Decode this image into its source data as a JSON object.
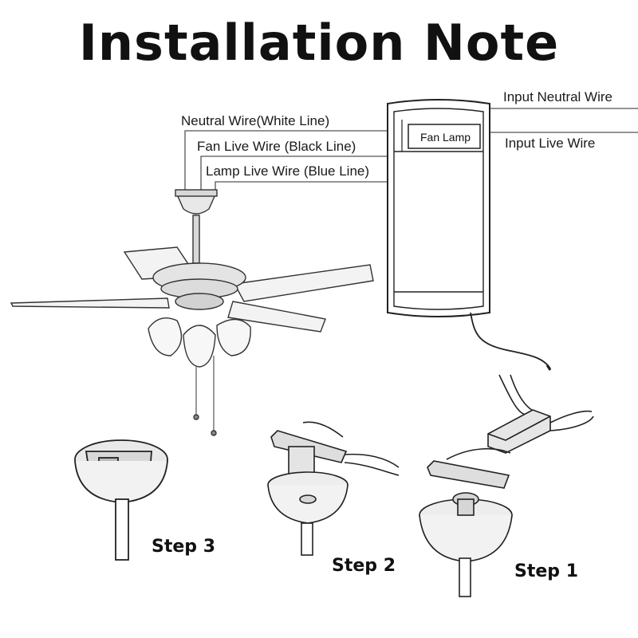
{
  "title": "Installation Note",
  "controller": {
    "buttons_label": "Fan Lamp",
    "input_neutral_wire": "Input Neutral Wire",
    "input_live_wire": "Input Live Wire"
  },
  "fan_wires": {
    "neutral": "Neutral Wire(White Line)",
    "fan_live": "Fan Live Wire (Black Line)",
    "lamp_live": "Lamp Live Wire (Blue Line)"
  },
  "steps": {
    "step1": "Step 1",
    "step2": "Step 2",
    "step3": "Step 3"
  }
}
